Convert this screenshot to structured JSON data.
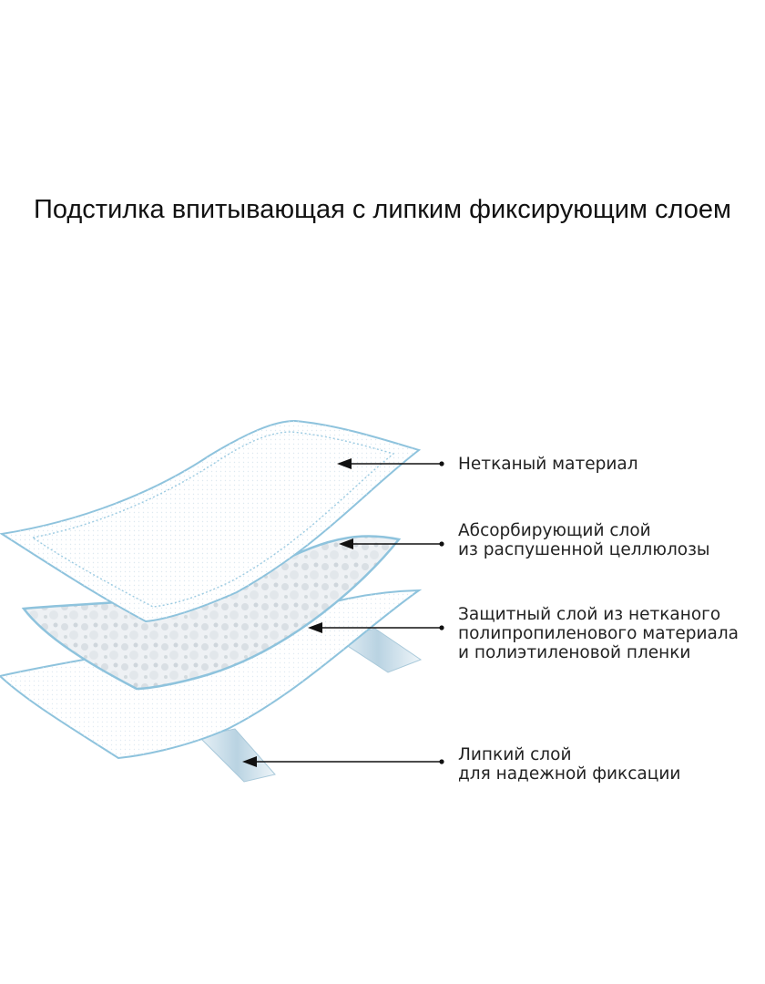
{
  "title": "Подстилка впитывающая с липким фиксирующим слоем",
  "colors": {
    "outline": "#8ec3dd",
    "tape": "#c8dde8",
    "fluff": "#d9dfe4",
    "arrow": "#111111"
  },
  "layers": [
    {
      "lines": [
        "Нетканый материал"
      ]
    },
    {
      "lines": [
        "Абсорбирующий слой",
        "из распушенной целлюлозы"
      ]
    },
    {
      "lines": [
        "Защитный слой из нетканого",
        "полипропиленового материала",
        "и полиэтиленовой пленки"
      ]
    },
    {
      "lines": [
        "Липкий слой",
        "для надежной фиксации"
      ]
    }
  ]
}
